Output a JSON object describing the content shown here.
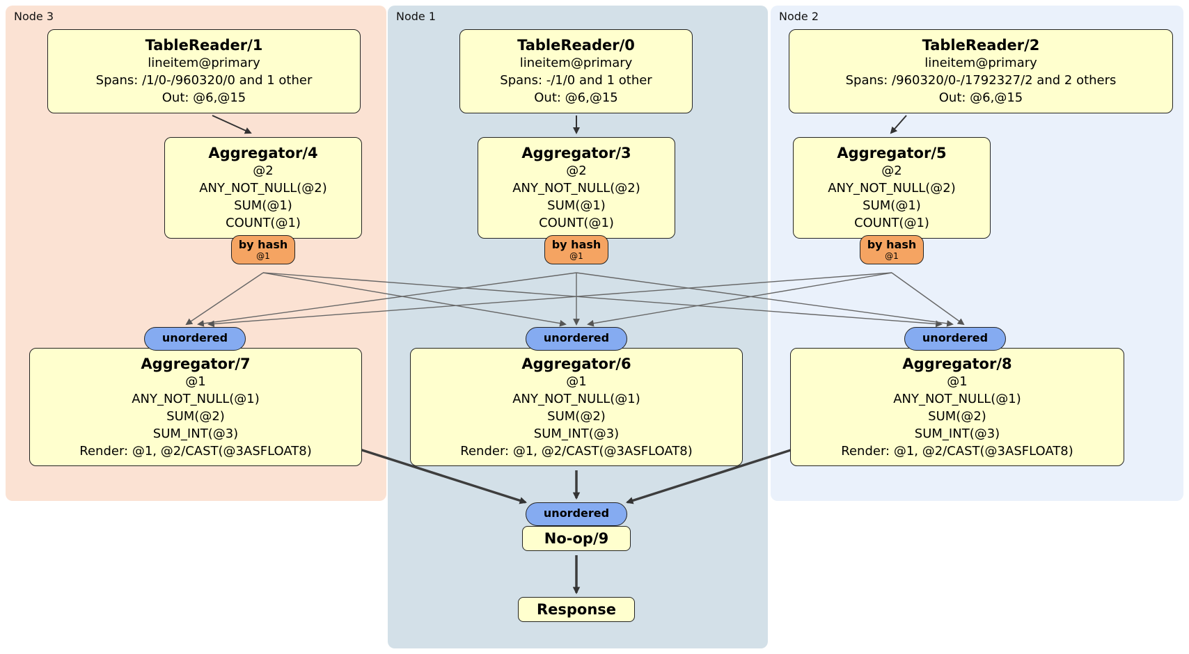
{
  "colors": {
    "panel_node3": "#fbe2d3",
    "panel_node1": "#d3e0e8",
    "panel_node2": "#eaf1fb",
    "box_fill": "#ffffce",
    "router_fill": "#f5a462",
    "stream_fill": "#85abf1",
    "edge": "#666666"
  },
  "node3": {
    "label": "Node 3",
    "table_reader": {
      "title": "TableReader/1",
      "lines": [
        "lineitem@primary",
        "Spans: /1/0-/960320/0 and 1 other",
        "Out: @6,@15"
      ]
    },
    "aggregator_top": {
      "title": "Aggregator/4",
      "lines": [
        "@2",
        "ANY_NOT_NULL(@2)",
        "SUM(@1)",
        "COUNT(@1)"
      ]
    },
    "router": {
      "label": "by hash",
      "detail": "@1"
    },
    "stream": "unordered",
    "aggregator_bottom": {
      "title": "Aggregator/7",
      "lines": [
        "@1",
        "ANY_NOT_NULL(@1)",
        "SUM(@2)",
        "SUM_INT(@3)",
        "Render: @1, @2/CAST(@3ASFLOAT8)"
      ]
    }
  },
  "node1": {
    "label": "Node 1",
    "table_reader": {
      "title": "TableReader/0",
      "lines": [
        "lineitem@primary",
        "Spans: -/1/0 and 1 other",
        "Out: @6,@15"
      ]
    },
    "aggregator_top": {
      "title": "Aggregator/3",
      "lines": [
        "@2",
        "ANY_NOT_NULL(@2)",
        "SUM(@1)",
        "COUNT(@1)"
      ]
    },
    "router": {
      "label": "by hash",
      "detail": "@1"
    },
    "stream": "unordered",
    "aggregator_bottom": {
      "title": "Aggregator/6",
      "lines": [
        "@1",
        "ANY_NOT_NULL(@1)",
        "SUM(@2)",
        "SUM_INT(@3)",
        "Render: @1, @2/CAST(@3ASFLOAT8)"
      ]
    },
    "final_stream": "unordered",
    "noop": "No-op/9",
    "response": "Response"
  },
  "node2": {
    "label": "Node 2",
    "table_reader": {
      "title": "TableReader/2",
      "lines": [
        "lineitem@primary",
        "Spans: /960320/0-/1792327/2 and 2 others",
        "Out: @6,@15"
      ]
    },
    "aggregator_top": {
      "title": "Aggregator/5",
      "lines": [
        "@2",
        "ANY_NOT_NULL(@2)",
        "SUM(@1)",
        "COUNT(@1)"
      ]
    },
    "router": {
      "label": "by hash",
      "detail": "@1"
    },
    "stream": "unordered",
    "aggregator_bottom": {
      "title": "Aggregator/8",
      "lines": [
        "@1",
        "ANY_NOT_NULL(@1)",
        "SUM(@2)",
        "SUM_INT(@3)",
        "Render: @1, @2/CAST(@3ASFLOAT8)"
      ]
    }
  }
}
